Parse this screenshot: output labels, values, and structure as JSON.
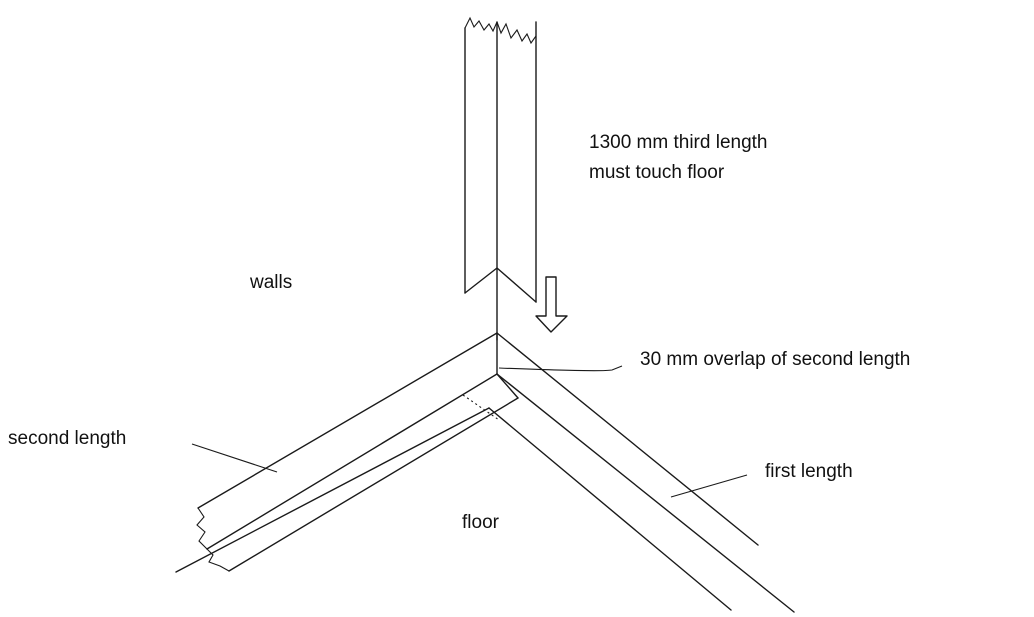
{
  "labels": {
    "third_length_line1": "1300 mm third length",
    "third_length_line2": "must touch floor",
    "walls": "walls",
    "overlap": "30 mm overlap of second length",
    "second_length": "second length",
    "first_length": "first length",
    "floor": "floor"
  },
  "icons": {
    "arrow": "down-arrow-icon"
  }
}
